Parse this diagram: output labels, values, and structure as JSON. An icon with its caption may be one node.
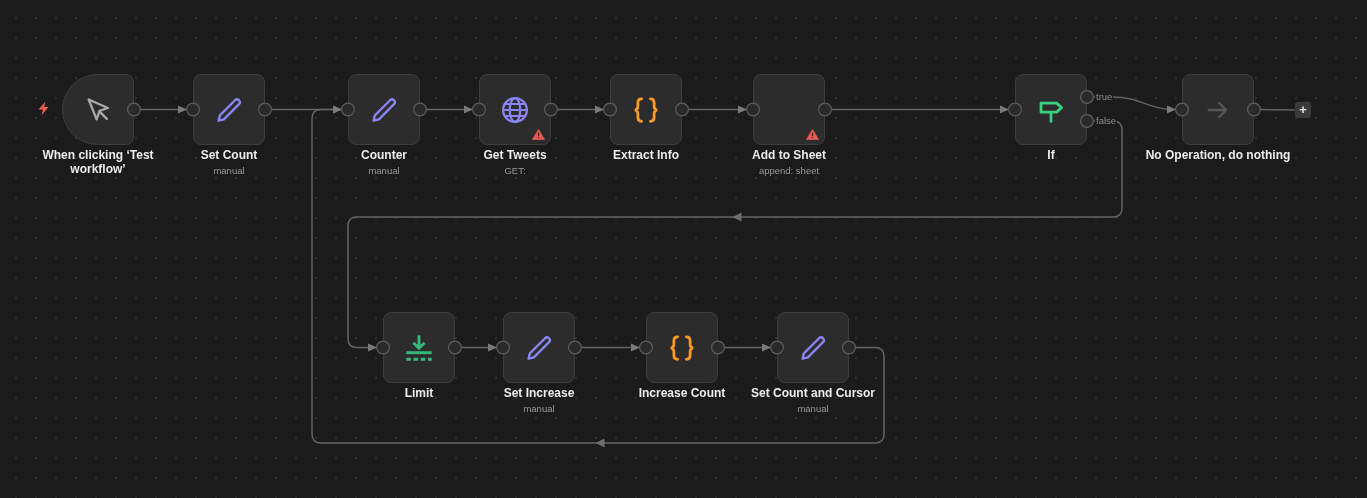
{
  "diagram": {
    "nodes": [
      {
        "text": [
          "When clicking ‘Test workflow’"
        ]
      },
      {
        "text": [
          "Set Count",
          "manual"
        ]
      },
      {
        "text": [
          "Counter",
          "manual"
        ]
      },
      {
        "text": [
          "Get Tweets",
          "GET:"
        ]
      },
      {
        "text": [
          "Extract Info"
        ]
      },
      {
        "text": [
          "Add to Sheet",
          "append: sheet"
        ]
      },
      {
        "text": [
          "If"
        ]
      },
      {
        "text": [
          "No Operation, do nothing"
        ]
      },
      {
        "text": [
          "Limit"
        ]
      },
      {
        "text": [
          "Set Increase",
          "manual"
        ]
      },
      {
        "text": [
          "Increase Count"
        ]
      },
      {
        "text": [
          "Set Count and Cursor",
          "manual"
        ]
      },
      {
        "text": [
          "+"
        ]
      }
    ],
    "edges": [
      {
        "from": 0,
        "to": 1,
        "arrow": "to"
      },
      {
        "from": 1,
        "to": 2,
        "arrow": "to"
      },
      {
        "from": 2,
        "to": 3,
        "arrow": "to"
      },
      {
        "from": 3,
        "to": 4,
        "arrow": "to"
      },
      {
        "from": 4,
        "to": 5,
        "arrow": "to"
      },
      {
        "from": 5,
        "to": 6,
        "arrow": "to"
      },
      {
        "from": 6,
        "to": 7,
        "arrow": "to",
        "label": "true"
      },
      {
        "from": 6,
        "to": 8,
        "arrow": "to",
        "label": "false"
      },
      {
        "from": 8,
        "to": 9,
        "arrow": "to"
      },
      {
        "from": 9,
        "to": 10,
        "arrow": "to"
      },
      {
        "from": 10,
        "to": 11,
        "arrow": "to"
      },
      {
        "from": 11,
        "to": 2,
        "arrow": "to"
      },
      {
        "from": 7,
        "to": 12,
        "arrow": "none"
      }
    ]
  }
}
